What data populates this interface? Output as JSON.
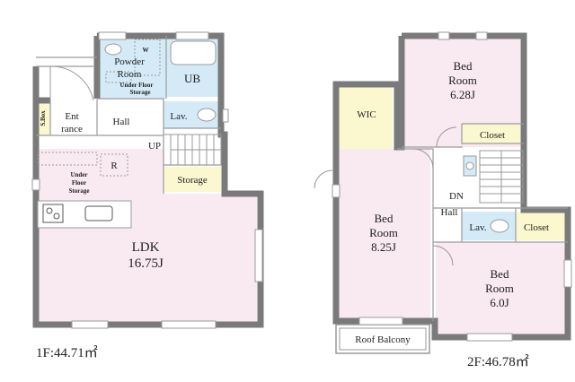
{
  "colors": {
    "pink": "#f9e9f1",
    "blue": "#d4ebf7",
    "yellow": "#fbf7cf",
    "wall": "#7a7a7a",
    "white": "#ffffff"
  },
  "floor1": {
    "area_label": "1F:44.71㎡",
    "rooms": {
      "powder_room": [
        "Powder",
        "Room"
      ],
      "washer": "W",
      "under_floor_storage_small": [
        "Under Floor",
        "Storage"
      ],
      "ub": "UB",
      "lav": "Lav.",
      "s_box": "S.Box",
      "entrance": [
        "Ent",
        "rance"
      ],
      "hall": "Hall",
      "up": "UP",
      "refrigerator": "R",
      "under_floor_storage_ldk": [
        "Under",
        "Floor",
        "Storage"
      ],
      "storage": "Storage",
      "ldk": [
        "LDK",
        "16.75J"
      ]
    }
  },
  "floor2": {
    "area_label": "2F:46.78㎡",
    "rooms": {
      "bed_top": [
        "Bed",
        "Room",
        "6.28J"
      ],
      "wic": "WIC",
      "closet_top": "Closet",
      "dn": "DN",
      "hall": "Hall",
      "bed_left": [
        "Bed",
        "Room",
        "8.25J"
      ],
      "lav": "Lav.",
      "closet_right": "Closet",
      "bed_right": [
        "Bed",
        "Room",
        "6.0J"
      ],
      "roof_balcony": "Roof Balcony"
    }
  }
}
